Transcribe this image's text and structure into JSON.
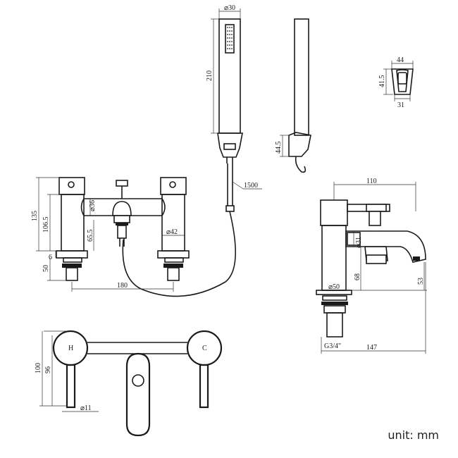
{
  "labels": {
    "d30": "⌀30",
    "h210": "210",
    "h44_5": "44.5",
    "w44": "44",
    "h41_5": "41.5",
    "w31": "31",
    "hose": "1500",
    "h135": "135",
    "h106_5": "106.5",
    "h65_5": "65.5",
    "h6": "6",
    "h50": "50",
    "d36": "⌀36",
    "d42": "⌀42",
    "w180": "180",
    "w110": "110",
    "d31": "⌀31",
    "h68": "68",
    "h53": "53",
    "d50": "⌀50",
    "g34": "G3/4\"",
    "w147": "147",
    "h100": "100",
    "h96": "96",
    "d11": "⌀11",
    "hot": "H",
    "cold": "C"
  },
  "unit_note": "unit: mm"
}
